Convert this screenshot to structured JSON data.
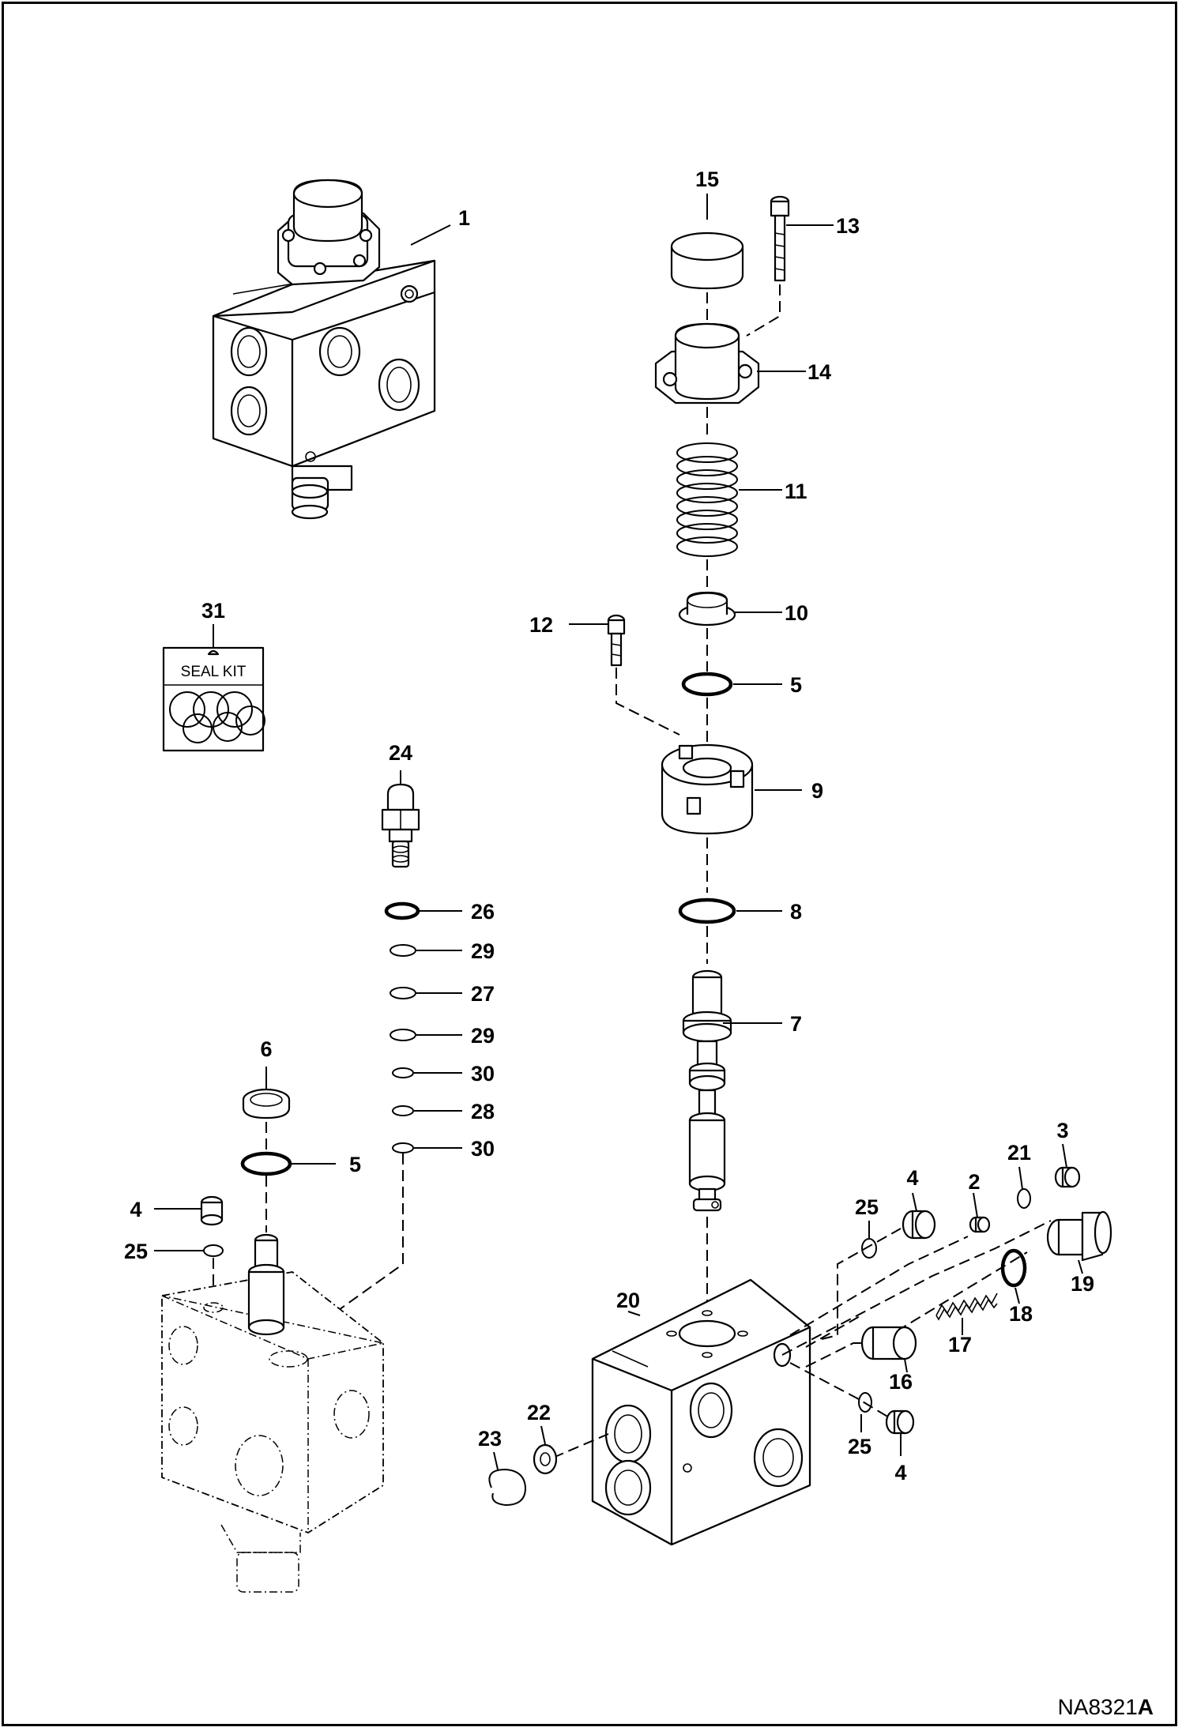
{
  "diagram": {
    "reference": {
      "code": "NA8321",
      "suffix": "A"
    },
    "seal_kit_label": "SEAL KIT",
    "callouts": {
      "c1": "1",
      "c2": "2",
      "c3": "3",
      "c4a": "4",
      "c4b": "4",
      "c4c": "4",
      "c5a": "5",
      "c5b": "5",
      "c6": "6",
      "c7": "7",
      "c8": "8",
      "c9": "9",
      "c10": "10",
      "c11": "11",
      "c12": "12",
      "c13": "13",
      "c14": "14",
      "c15": "15",
      "c16": "16",
      "c17": "17",
      "c18": "18",
      "c19": "19",
      "c20": "20",
      "c21": "21",
      "c22": "22",
      "c23": "23",
      "c24": "24",
      "c25a": "25",
      "c25b": "25",
      "c25c": "25",
      "c26": "26",
      "c27": "27",
      "c28": "28",
      "c29a": "29",
      "c29b": "29",
      "c30a": "30",
      "c30b": "30",
      "c31": "31"
    }
  }
}
